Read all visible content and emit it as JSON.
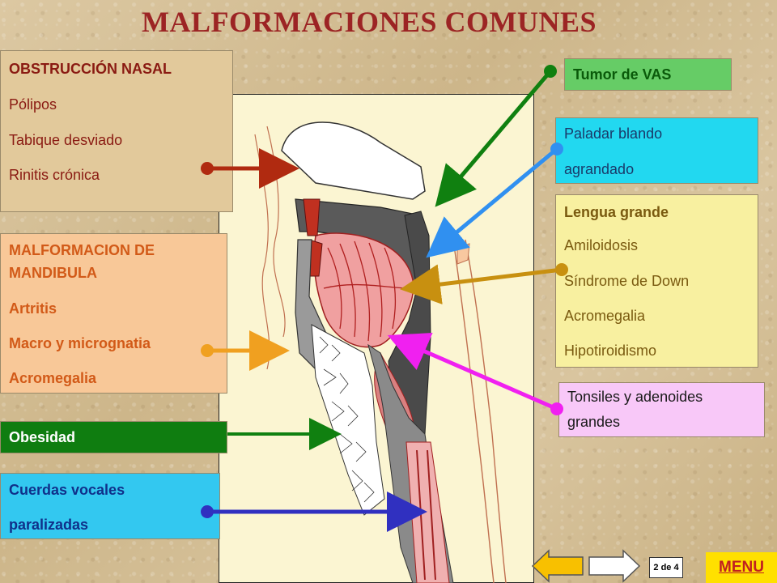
{
  "title": "MALFORMACIONES COMUNES",
  "left_boxes": {
    "obstruccion": {
      "heading": "OBSTRUCCIÓN NASAL",
      "items": [
        "Pólipos",
        "Tabique desviado",
        "Rinitis crónica"
      ]
    },
    "mandibula": {
      "heading_line1": "MALFORMACION DE",
      "heading_line2": "MANDIBULA",
      "items": [
        "Artritis",
        "Macro y micrognatia",
        "Acromegalia"
      ]
    },
    "obesidad": {
      "label": "Obesidad"
    },
    "cuerdas": {
      "line1": "Cuerdas vocales",
      "line2": "paralizadas"
    }
  },
  "right_boxes": {
    "tumor": {
      "label": "Tumor de VAS"
    },
    "paladar": {
      "line1": "Paladar blando",
      "line2": "agrandado"
    },
    "lengua": {
      "heading": "Lengua grande",
      "items": [
        "Amiloidosis",
        "Síndrome de Down",
        "Acromegalia",
        "Hipotiroidismo"
      ]
    },
    "tonsiles": {
      "line1": "Tonsiles y adenoides",
      "line2": "grandes"
    }
  },
  "nav": {
    "page_indicator": "2 de 4",
    "menu_label": "MENU"
  },
  "colors": {
    "title": "#9c2424",
    "arrow_nasal": "#b02a10",
    "arrow_mandibula": "#f0a020",
    "arrow_obesidad": "#108010",
    "arrow_cuerdas": "#3030c0",
    "arrow_tumor": "#108010",
    "arrow_paladar": "#3090f0",
    "arrow_lengua": "#c89010",
    "arrow_tonsiles": "#f020f0"
  }
}
